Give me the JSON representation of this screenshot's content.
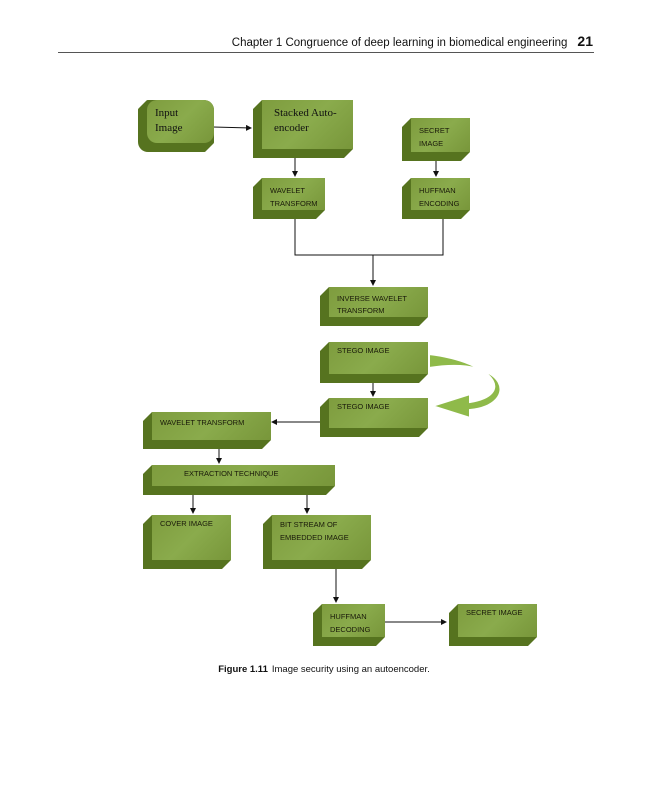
{
  "header": {
    "chapter": "Chapter 1  Congruence of deep learning in biomedical engineering",
    "page_number": "21"
  },
  "diagram": {
    "input_image": "Input Image",
    "stacked_autoencoder": "Stacked Auto-encoder",
    "secret_image_top": "SECRET IMAGE",
    "wavelet_transform_top": "WAVELET TRANSFORM",
    "huffman_encoding": "HUFFMAN ENCODING",
    "inverse_wavelet": "INVERSE WAVELET TRANSFORM",
    "stego_image_1": "STEGO IMAGE",
    "stego_image_2": "STEGO IMAGE",
    "wavelet_transform_2": "WAVELET TRANSFORM",
    "extraction": "EXTRACTION TECHNIQUE",
    "cover_image": "COVER IMAGE",
    "bit_stream": "BIT STREAM OF EMBEDDED IMAGE",
    "huffman_decoding": "HUFFMAN DECODING",
    "secret_image_bottom": "SECRET  IMAGE"
  },
  "caption": {
    "label": "Figure 1.11",
    "text": "Image security using an autoencoder."
  }
}
